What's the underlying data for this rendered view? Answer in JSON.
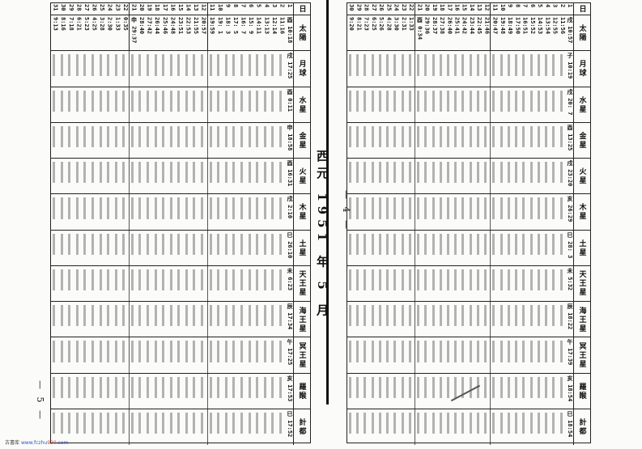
{
  "title": "西元 1951 年 5 月",
  "footer": {
    "site": "古書库",
    "url_prefix": "www.fczhu",
    "url_num": "920",
    "url_suffix": ".com"
  },
  "pages": [
    {
      "page_number": "— 5 —",
      "day_label": "日",
      "days": [
        "1",
        "2",
        "3",
        "4",
        "5",
        "6",
        "7",
        "8",
        "9",
        "10",
        "11",
        "12",
        "13",
        "14",
        "15",
        "16",
        "17",
        "18",
        "19",
        "20",
        "21",
        "22",
        "23",
        "24",
        "25",
        "26",
        "27",
        "28",
        "29",
        "30",
        "31"
      ],
      "rows": [
        {
          "label": "太陽",
          "values": [
            "酉 10:18",
            "11:16",
            "12:14",
            "13:13",
            "14:11",
            "15: 9",
            "16: 7",
            "17: 5",
            "18: 3",
            "19: 1",
            "19:59",
            "20:57",
            "21:55",
            "22:53",
            "23:51",
            "24:48",
            "25:46",
            "26:44",
            "27:42",
            "28:40",
            "申 29:37",
            "0:35",
            "1:33",
            "2:30",
            "3:28",
            "4:25",
            "5:23",
            "6:21",
            "7:18",
            "8:16",
            "9:13"
          ]
        },
        {
          "label": "月球",
          "values": [
            "戌 17:25"
          ]
        },
        {
          "label": "水星",
          "values": [
            "酉 0:11"
          ]
        },
        {
          "label": "金星",
          "values": [
            "申 18:58"
          ]
        },
        {
          "label": "火星",
          "values": [
            "酉 16:31"
          ]
        },
        {
          "label": "木星",
          "values": [
            "戌 2:10"
          ]
        },
        {
          "label": "土星",
          "values": [
            "巳 26:10"
          ]
        },
        {
          "label": "天王星",
          "values": [
            "未 6:23"
          ]
        },
        {
          "label": "海王星",
          "values": [
            "辰 17:34"
          ]
        },
        {
          "label": "冥王星",
          "values": [
            "午 17:25"
          ]
        },
        {
          "label": "羅睺",
          "values": [
            "亥 17:53"
          ]
        },
        {
          "label": "計都",
          "values": [
            "巳 17:52"
          ]
        }
      ]
    },
    {
      "page_number": "— 4 —",
      "day_label": "日",
      "days": [
        "1",
        "2",
        "3",
        "4",
        "5",
        "6",
        "7",
        "8",
        "9",
        "10",
        "11",
        "12",
        "13",
        "14",
        "15",
        "16",
        "17",
        "18",
        "19",
        "20",
        "21",
        "22",
        "23",
        "24",
        "25",
        "26",
        "27",
        "28",
        "29",
        "30"
      ],
      "rows": [
        {
          "label": "太陽",
          "values": [
            "戌 10:57",
            "11:56",
            "12:55",
            "13:54",
            "14:53",
            "15:52",
            "16:51",
            "17:50",
            "18:49",
            "19:48",
            "20:47",
            "21:46",
            "22:45",
            "23:44",
            "24:42",
            "25:41",
            "26:40",
            "27:38",
            "28:37",
            "29:36",
            "酉 0:34",
            "1:33",
            "2:31",
            "3:30",
            "4:28",
            "5:26",
            "6:25",
            "7:23",
            "8:21",
            "9:20"
          ]
        },
        {
          "label": "月球",
          "values": [
            "子 10:19"
          ]
        },
        {
          "label": "水星",
          "values": [
            "戌 20: 7"
          ]
        },
        {
          "label": "金星",
          "values": [
            "酉 13:25"
          ]
        },
        {
          "label": "火星",
          "values": [
            "戌 23:20"
          ]
        },
        {
          "label": "木星",
          "values": [
            "亥 26:29"
          ]
        },
        {
          "label": "土星",
          "values": [
            "巳 28: 3"
          ]
        },
        {
          "label": "天王星",
          "values": [
            "未 5:32"
          ]
        },
        {
          "label": "海王星",
          "values": [
            "辰 18:22"
          ]
        },
        {
          "label": "冥王星",
          "values": [
            "午 17:39"
          ]
        },
        {
          "label": "羅睺",
          "values": [
            "亥 18:54"
          ]
        },
        {
          "label": "計都",
          "values": [
            "巳 18:54"
          ]
        }
      ]
    }
  ]
}
